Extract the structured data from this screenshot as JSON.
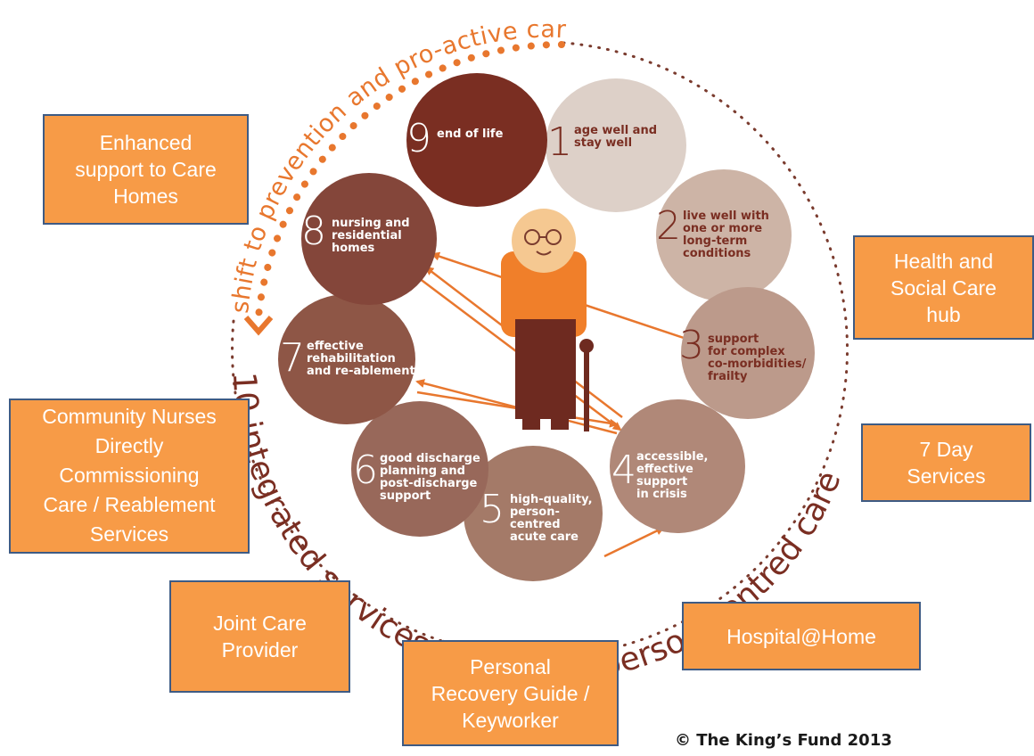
{
  "arc_titles": {
    "top": "shift to prevention and pro-active care",
    "bottom": "10 integrated services to provide person-centred care"
  },
  "stages": [
    {
      "num": "1",
      "label": "age well and\nstay well"
    },
    {
      "num": "2",
      "label": "live well with\none or more\nlong-term\nconditions"
    },
    {
      "num": "3",
      "label": "support\nfor complex\nco-morbidities/\nfrailty"
    },
    {
      "num": "4",
      "label": "accessible,\neffective support\nin crisis"
    },
    {
      "num": "5",
      "label": "high-quality,\nperson-centred\nacute care"
    },
    {
      "num": "6",
      "label": "good discharge\nplanning and\npost-discharge\nsupport"
    },
    {
      "num": "7",
      "label": "effective\nrehabilitation\nand re-ablement"
    },
    {
      "num": "8",
      "label": "nursing and\nresidential\nhomes"
    },
    {
      "num": "9",
      "label": "end of life"
    }
  ],
  "services": [
    {
      "text": "Enhanced\nsupport to Care\nHomes"
    },
    {
      "text": "Health and\nSocial Care\nhub"
    },
    {
      "text": "Community Nurses\nDirectly\nCommissioning\nCare / Reablement\nServices"
    },
    {
      "text": "7 Day\nServices"
    },
    {
      "text": "Joint Care\nProvider"
    },
    {
      "text": "Hospital@Home"
    },
    {
      "text": "Personal\nRecovery Guide /\nKeyworker"
    }
  ],
  "copyright": "© The King’s Fund 2013",
  "colors": {
    "box_fill": "#f79b47",
    "box_border": "#3e5b84",
    "accent_orange": "#e8772e",
    "arrow_orange": "#e8772e",
    "dark_brown": "#7a2e22",
    "light_beige": "#ddd0c8",
    "figure_body": "#f07f2a",
    "figure_legs": "#6e2a20",
    "figure_skin": "#f5c891",
    "dots_brown": "#7a3b2e"
  }
}
